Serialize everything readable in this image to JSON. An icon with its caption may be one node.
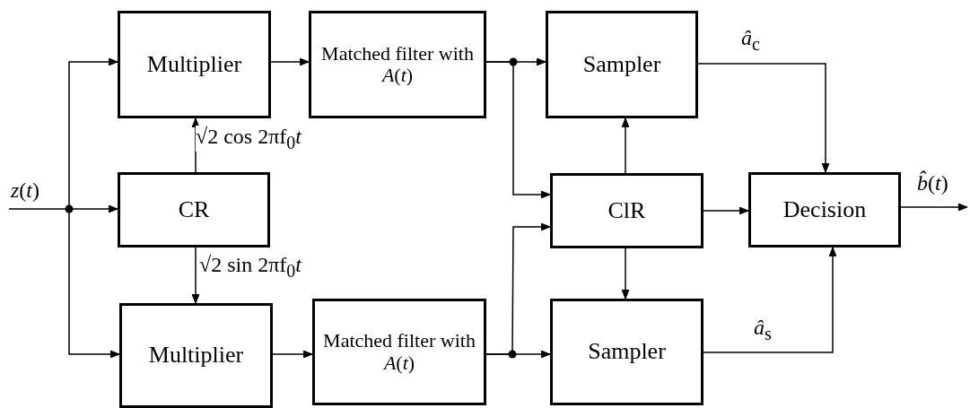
{
  "diagram": {
    "nodes": [
      {
        "text": [
          "Multiplier"
        ]
      },
      {
        "text": [
          "Matched filter with *A*(*t*)"
        ]
      },
      {
        "text": [
          "CR"
        ]
      },
      {
        "text": [
          "Multiplier"
        ]
      },
      {
        "text": [
          "Matched filter with *A*(*t*)"
        ]
      },
      {
        "text": [
          "Sampler"
        ]
      },
      {
        "text": [
          "ClR"
        ]
      },
      {
        "text": [
          "Decision"
        ]
      },
      {
        "text": [
          "Sampler"
        ]
      }
    ],
    "edges": [
      {
        "from": null,
        "to": 0,
        "arrow": "to"
      },
      {
        "from": null,
        "to": 2,
        "arrow": "to"
      },
      {
        "from": null,
        "to": 3,
        "arrow": "to"
      },
      {
        "from": 0,
        "to": 1,
        "arrow": "to"
      },
      {
        "from": 2,
        "to": 0,
        "arrow": "to",
        "label": "√2 cos 2πf$_{0}$*t*"
      },
      {
        "from": 2,
        "to": 3,
        "arrow": "to",
        "label": "√2 sin 2πf$_{0}$*t*"
      },
      {
        "from": 1,
        "to": 5,
        "arrow": "to"
      },
      {
        "from": 1,
        "to": 6,
        "arrow": "to"
      },
      {
        "from": 4,
        "to": 8,
        "arrow": "to"
      },
      {
        "from": 4,
        "to": 6,
        "arrow": "to"
      },
      {
        "from": 3,
        "to": 4,
        "arrow": "to"
      },
      {
        "from": 6,
        "to": 5,
        "arrow": "to"
      },
      {
        "from": 6,
        "to": 8,
        "arrow": "to"
      },
      {
        "from": 6,
        "to": 7,
        "arrow": "to"
      },
      {
        "from": 5,
        "to": 7,
        "arrow": "to",
        "label": "*â*$_{c}$"
      },
      {
        "from": 8,
        "to": 7,
        "arrow": "to",
        "label": "*â*$_{s}$"
      },
      {
        "from": 7,
        "to": null,
        "arrow": "to",
        "label": "*b̂*(*t*)"
      }
    ],
    "labels": [
      "*z*(*t*)"
    ]
  }
}
